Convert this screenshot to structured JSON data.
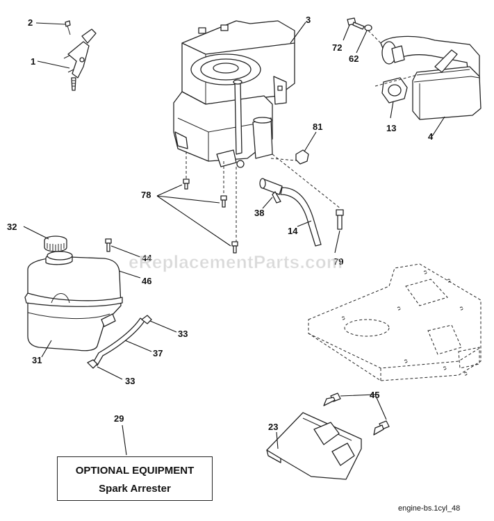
{
  "callouts": [
    {
      "id": "c2",
      "text": "2"
    },
    {
      "id": "c1",
      "text": "1"
    },
    {
      "id": "c3",
      "text": "3"
    },
    {
      "id": "c72",
      "text": "72"
    },
    {
      "id": "c62",
      "text": "62"
    },
    {
      "id": "c13",
      "text": "13"
    },
    {
      "id": "c4",
      "text": "4"
    },
    {
      "id": "c81",
      "text": "81"
    },
    {
      "id": "c78",
      "text": "78"
    },
    {
      "id": "c38",
      "text": "38"
    },
    {
      "id": "c14",
      "text": "14"
    },
    {
      "id": "c79",
      "text": "79"
    },
    {
      "id": "c32",
      "text": "32"
    },
    {
      "id": "c44",
      "text": "44"
    },
    {
      "id": "c46",
      "text": "46"
    },
    {
      "id": "c33a",
      "text": "33"
    },
    {
      "id": "c37",
      "text": "37"
    },
    {
      "id": "c31",
      "text": "31"
    },
    {
      "id": "c33b",
      "text": "33"
    },
    {
      "id": "c45",
      "text": "45"
    },
    {
      "id": "c23",
      "text": "23"
    },
    {
      "id": "c29",
      "text": "29"
    }
  ],
  "optional_box": {
    "heading": "OPTIONAL EQUIPMENT",
    "item": "Spark Arrester"
  },
  "watermark": "eReplacementParts.com",
  "reference": "engine-bs.1cyl_48"
}
